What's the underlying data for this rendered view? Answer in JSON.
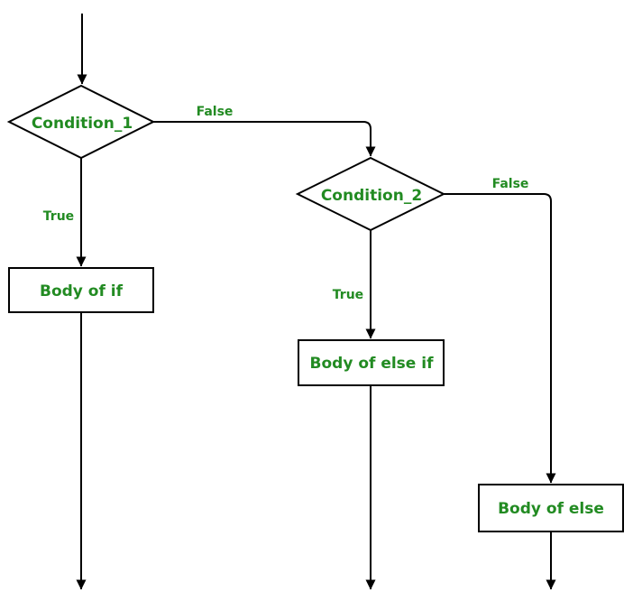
{
  "diagram": {
    "title": "if-else-if ladder flowchart",
    "colors": {
      "background": "#ffffff",
      "line": "#000000",
      "label_text": "#228B22",
      "shape_fill": "#ffffff"
    },
    "nodes": [
      {
        "id": "condition-1",
        "type": "decision",
        "label": "Condition_1"
      },
      {
        "id": "condition-2",
        "type": "decision",
        "label": "Condition_2"
      },
      {
        "id": "body-of-if",
        "type": "process",
        "label": "Body of if"
      },
      {
        "id": "body-of-else-if",
        "type": "process",
        "label": "Body of else if"
      },
      {
        "id": "body-of-else",
        "type": "process",
        "label": "Body of else"
      }
    ],
    "edges": [
      {
        "id": "start-to-condition-1",
        "label": ""
      },
      {
        "id": "condition-1-true",
        "label": "True"
      },
      {
        "id": "condition-1-false",
        "label": "False"
      },
      {
        "id": "condition-2-true",
        "label": "True"
      },
      {
        "id": "condition-2-false",
        "label": "False"
      },
      {
        "id": "body-of-if-exit",
        "label": ""
      },
      {
        "id": "body-of-else-if-exit",
        "label": ""
      },
      {
        "id": "body-of-else-exit",
        "label": ""
      }
    ],
    "edge_labels": {
      "c1_true": "True",
      "c1_false": "False",
      "c2_true": "True",
      "c2_false": "False"
    }
  }
}
